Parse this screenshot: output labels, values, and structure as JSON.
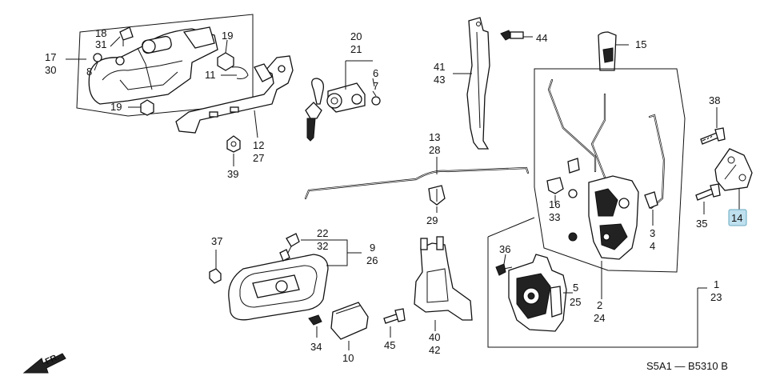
{
  "callouts": {
    "c1": "1",
    "c2": "2",
    "c3": "3",
    "c4": "4",
    "c5": "5",
    "c6": "6",
    "c7": "7",
    "c8": "8",
    "c9": "9",
    "c10": "10",
    "c11": "11",
    "c12": "12",
    "c13": "13",
    "c14": "14",
    "c15": "15",
    "c16": "16",
    "c17": "17",
    "c18": "18",
    "c19a": "19",
    "c19b": "19",
    "c20": "20",
    "c21": "21",
    "c22": "22",
    "c23": "23",
    "c24": "24",
    "c25": "25",
    "c26": "26",
    "c27": "27",
    "c28": "28",
    "c29": "29",
    "c30": "30",
    "c31": "31",
    "c32": "32",
    "c33": "33",
    "c34": "34",
    "c35": "35",
    "c36": "36",
    "c37": "37",
    "c38": "38",
    "c39": "39",
    "c40": "40",
    "c41": "41",
    "c42": "42",
    "c43": "43",
    "c44": "44",
    "c45": "45"
  },
  "direction_label": "FR.",
  "drawing_code": "S5A1 — B5310 B",
  "highlight_color": "#bfe0ee"
}
